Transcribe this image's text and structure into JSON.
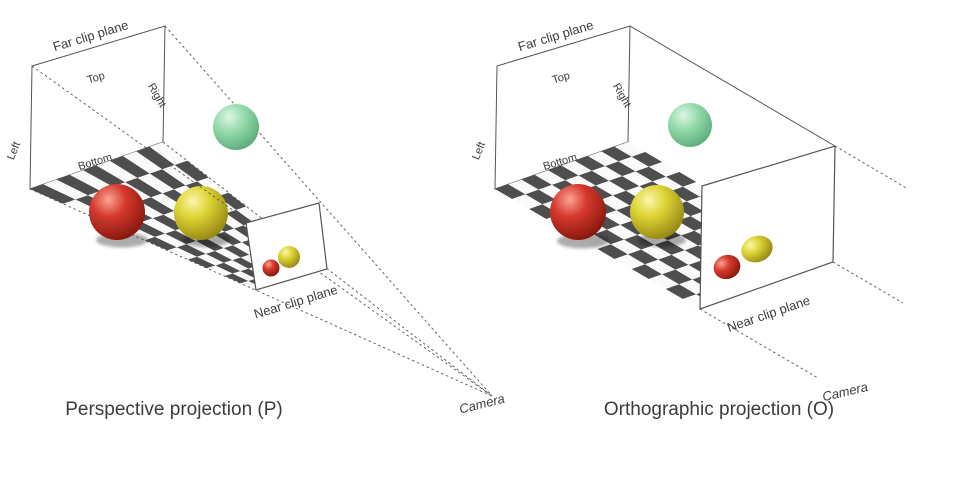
{
  "slide": {
    "background": "#ffffff",
    "colors": {
      "sphere_red": "#d63a2e",
      "sphere_yellow": "#ddd435",
      "sphere_green": "#90d8a8",
      "checker_dark": "#4e4e4e",
      "checker_light": "#fafafa",
      "line": "#555555",
      "text": "#3c3c3c"
    },
    "left": {
      "caption": "Perspective projection (P)",
      "labels": {
        "far_clip_plane": "Far clip plane",
        "top": "Top",
        "right": "Right",
        "left": "Left",
        "bottom": "Bottom",
        "near_clip_plane": "Near clip plane",
        "camera": "Camera"
      }
    },
    "right": {
      "caption": "Orthographic projection (O)",
      "labels": {
        "far_clip_plane": "Far clip plane",
        "top": "Top",
        "right": "Right",
        "left": "Left",
        "bottom": "Bottom",
        "near_clip_plane": "Near clip plane",
        "camera": "Camera"
      }
    }
  }
}
